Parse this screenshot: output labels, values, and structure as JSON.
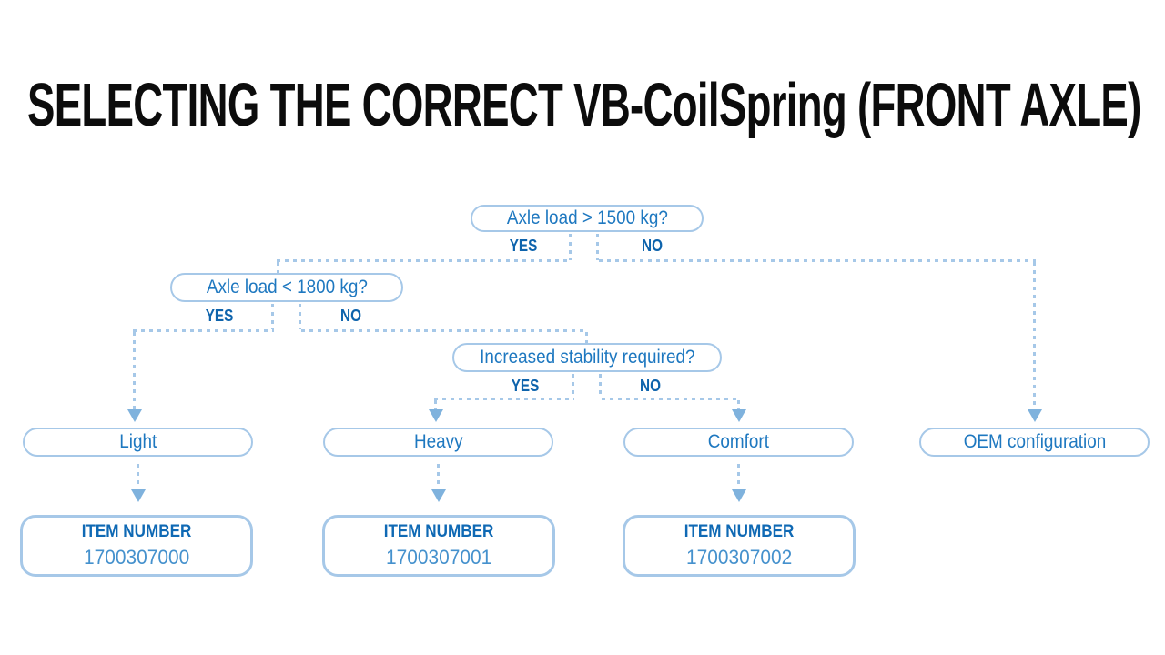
{
  "title": "SELECTING THE CORRECT VB-CoilSpring (FRONT AXLE)",
  "colors": {
    "title_black": "#0c0c0c",
    "accent_blue": "#1e78c0",
    "label_blue": "#0d63ac",
    "line_blue": "#a6c8e8",
    "arrow_blue": "#7fb2dd",
    "item_label_blue": "#0f69b4",
    "number_blue": "#4591cd",
    "background": "#ffffff"
  },
  "flowchart": {
    "decisions": [
      {
        "question": "Axle load > 1500 kg?",
        "yes_label": "YES",
        "no_label": "NO"
      },
      {
        "question": "Axle load < 1800 kg?",
        "yes_label": "YES",
        "no_label": "NO"
      },
      {
        "question": "Increased stability required?",
        "yes_label": "YES",
        "no_label": "NO"
      }
    ],
    "outcomes": [
      {
        "label": "Light",
        "item_label": "ITEM NUMBER",
        "item_number": "1700307000"
      },
      {
        "label": "Heavy",
        "item_label": "ITEM NUMBER",
        "item_number": "1700307001"
      },
      {
        "label": "Comfort",
        "item_label": "ITEM NUMBER",
        "item_number": "1700307002"
      },
      {
        "label": "OEM configuration"
      }
    ]
  }
}
